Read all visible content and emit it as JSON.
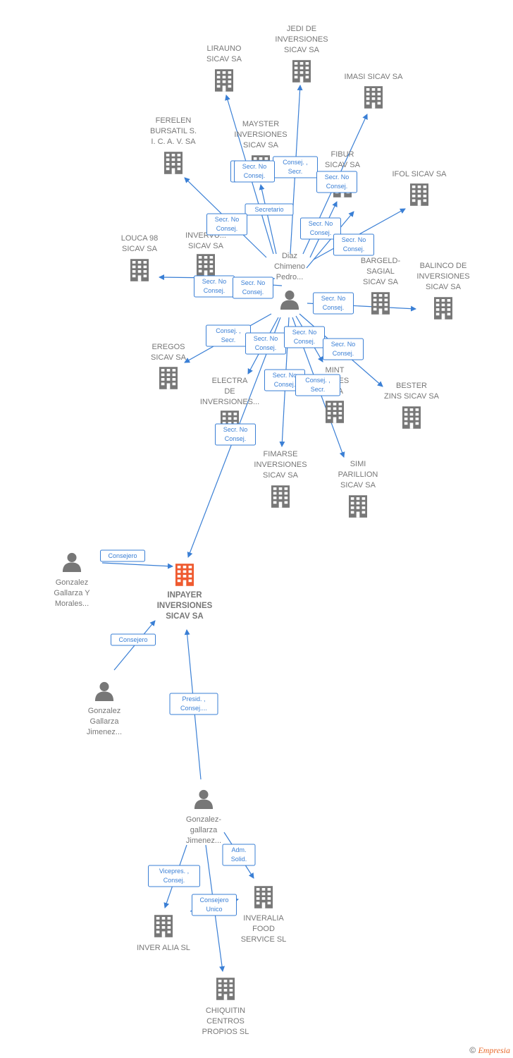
{
  "colors": {
    "edge": "#3a7fd5",
    "company": "#777777",
    "focus": "#ef5a2f",
    "person": "#777777",
    "text": "#777777"
  },
  "nodes": [
    {
      "id": "lirauno",
      "kind": "company",
      "label": [
        "LIRAUNO",
        "SICAV SA"
      ]
    },
    {
      "id": "jedi",
      "kind": "company",
      "label": [
        "JEDI DE",
        "INVERSIONES",
        "SICAV SA"
      ]
    },
    {
      "id": "imasi",
      "kind": "company",
      "label": [
        "IMASI SICAV SA"
      ]
    },
    {
      "id": "ferelen",
      "kind": "company",
      "label": [
        "FERELEN",
        "BURSATIL S.",
        "I. C. A. V. SA"
      ]
    },
    {
      "id": "mayster",
      "kind": "company",
      "label": [
        "MAYSTER",
        "INVERSIONES",
        "SICAV SA"
      ]
    },
    {
      "id": "fibur",
      "kind": "company",
      "label": [
        "FIBUR",
        "SICAV SA"
      ]
    },
    {
      "id": "ifol",
      "kind": "company",
      "label": [
        "IFOL SICAV SA"
      ]
    },
    {
      "id": "louca",
      "kind": "company",
      "label": [
        "LOUCA 98",
        "SICAV SA"
      ]
    },
    {
      "id": "invervu",
      "kind": "company",
      "label": [
        "INVERVU...",
        "SICAV SA"
      ]
    },
    {
      "id": "bargeld",
      "kind": "company",
      "label": [
        "BARGELD-",
        "SAGIAL",
        "SICAV SA"
      ]
    },
    {
      "id": "balinco",
      "kind": "company",
      "label": [
        "BALINCO DE",
        "INVERSIONES",
        "SICAV SA"
      ]
    },
    {
      "id": "eregos",
      "kind": "company",
      "label": [
        "EREGOS",
        "SICAV SA"
      ]
    },
    {
      "id": "electra",
      "kind": "company",
      "label": [
        "ELECTRA",
        "DE",
        "INVERSIONES..."
      ]
    },
    {
      "id": "mint",
      "kind": "company",
      "label": [
        "MINT",
        "...ONES",
        "...SA"
      ]
    },
    {
      "id": "bester",
      "kind": "company",
      "label": [
        "BESTER",
        "ZINS SICAV SA"
      ]
    },
    {
      "id": "fimarse",
      "kind": "company",
      "label": [
        "FIMARSE",
        "INVERSIONES",
        "SICAV SA"
      ]
    },
    {
      "id": "simi",
      "kind": "company",
      "label": [
        "SIMI",
        "PARILLION",
        "SICAV SA"
      ]
    },
    {
      "id": "diaz",
      "kind": "person",
      "label": [
        "Diaz",
        "Chimeno",
        "Pedro..."
      ]
    },
    {
      "id": "inpayer",
      "kind": "focus",
      "label": [
        "INPAYER",
        "INVERSIONES",
        "SICAV SA"
      ]
    },
    {
      "id": "gz_morales",
      "kind": "person",
      "label": [
        "Gonzalez",
        "Gallarza Y",
        "Morales..."
      ]
    },
    {
      "id": "gz_jimenez1",
      "kind": "person",
      "label": [
        "Gonzalez",
        "Gallarza",
        "Jimenez..."
      ]
    },
    {
      "id": "gz_jimenez2",
      "kind": "person",
      "label": [
        "Gonzalez-",
        "gallarza",
        "Jimenez..."
      ]
    },
    {
      "id": "inveralia_food",
      "kind": "company",
      "label": [
        "INVERALIA",
        "FOOD",
        "SERVICE SL"
      ]
    },
    {
      "id": "inver_alia",
      "kind": "company",
      "label": [
        "INVER ALIA SL"
      ]
    },
    {
      "id": "chiquitin",
      "kind": "company",
      "label": [
        "CHIQUITIN",
        "CENTROS",
        "PROPIOS SL"
      ]
    }
  ],
  "edges": [
    {
      "id": "e1",
      "label": [
        "Secr. No",
        "Consej."
      ]
    },
    {
      "id": "e2",
      "label": [
        "Consej. ,",
        "Secr."
      ]
    },
    {
      "id": "e3",
      "label": [
        "Secr. No",
        "Consej."
      ]
    },
    {
      "id": "e4",
      "label": [
        "Secretario"
      ]
    },
    {
      "id": "e5",
      "label": [
        "Secr. No",
        "Consej."
      ]
    },
    {
      "id": "e6",
      "label": [
        "Secr. No",
        "Consej."
      ]
    },
    {
      "id": "e7",
      "label": [
        "Secr. No",
        "Consej."
      ]
    },
    {
      "id": "e8",
      "label": [
        "Secr. No",
        "Consej."
      ]
    },
    {
      "id": "e9",
      "label": [
        "Secr. No",
        "Consej."
      ]
    },
    {
      "id": "e10",
      "label": [
        "Secr. No",
        "Consej."
      ]
    },
    {
      "id": "e11",
      "label": [
        "Secr. No",
        "Consej."
      ]
    },
    {
      "id": "e12",
      "label": [
        "Consej. ,",
        "Secr."
      ]
    },
    {
      "id": "e13",
      "label": [
        "Secr. No",
        "Consej."
      ]
    },
    {
      "id": "e14",
      "label": [
        "Secr. No",
        "Consej."
      ]
    },
    {
      "id": "e15",
      "label": [
        "Secr. No",
        "Consej."
      ]
    },
    {
      "id": "e16",
      "label": [
        "Secr. No",
        "Consej."
      ]
    },
    {
      "id": "e17",
      "label": [
        "Consej. ,",
        "Secr."
      ]
    },
    {
      "id": "e18",
      "label": [
        "Secr. No",
        "Consej."
      ]
    },
    {
      "id": "e19",
      "label": [
        "Consejero"
      ]
    },
    {
      "id": "e20",
      "label": [
        "Consejero"
      ]
    },
    {
      "id": "e21",
      "label": [
        "Presid. ,",
        "Consej...."
      ]
    },
    {
      "id": "e22",
      "label": [
        "Adm.",
        "Solid."
      ]
    },
    {
      "id": "e23",
      "label": [
        "Vicepres. ,",
        "Consej."
      ]
    },
    {
      "id": "e24",
      "label": [
        "Consejero",
        "Unico"
      ]
    }
  ],
  "watermark": {
    "symbol": "©",
    "brand": "Empresia"
  }
}
